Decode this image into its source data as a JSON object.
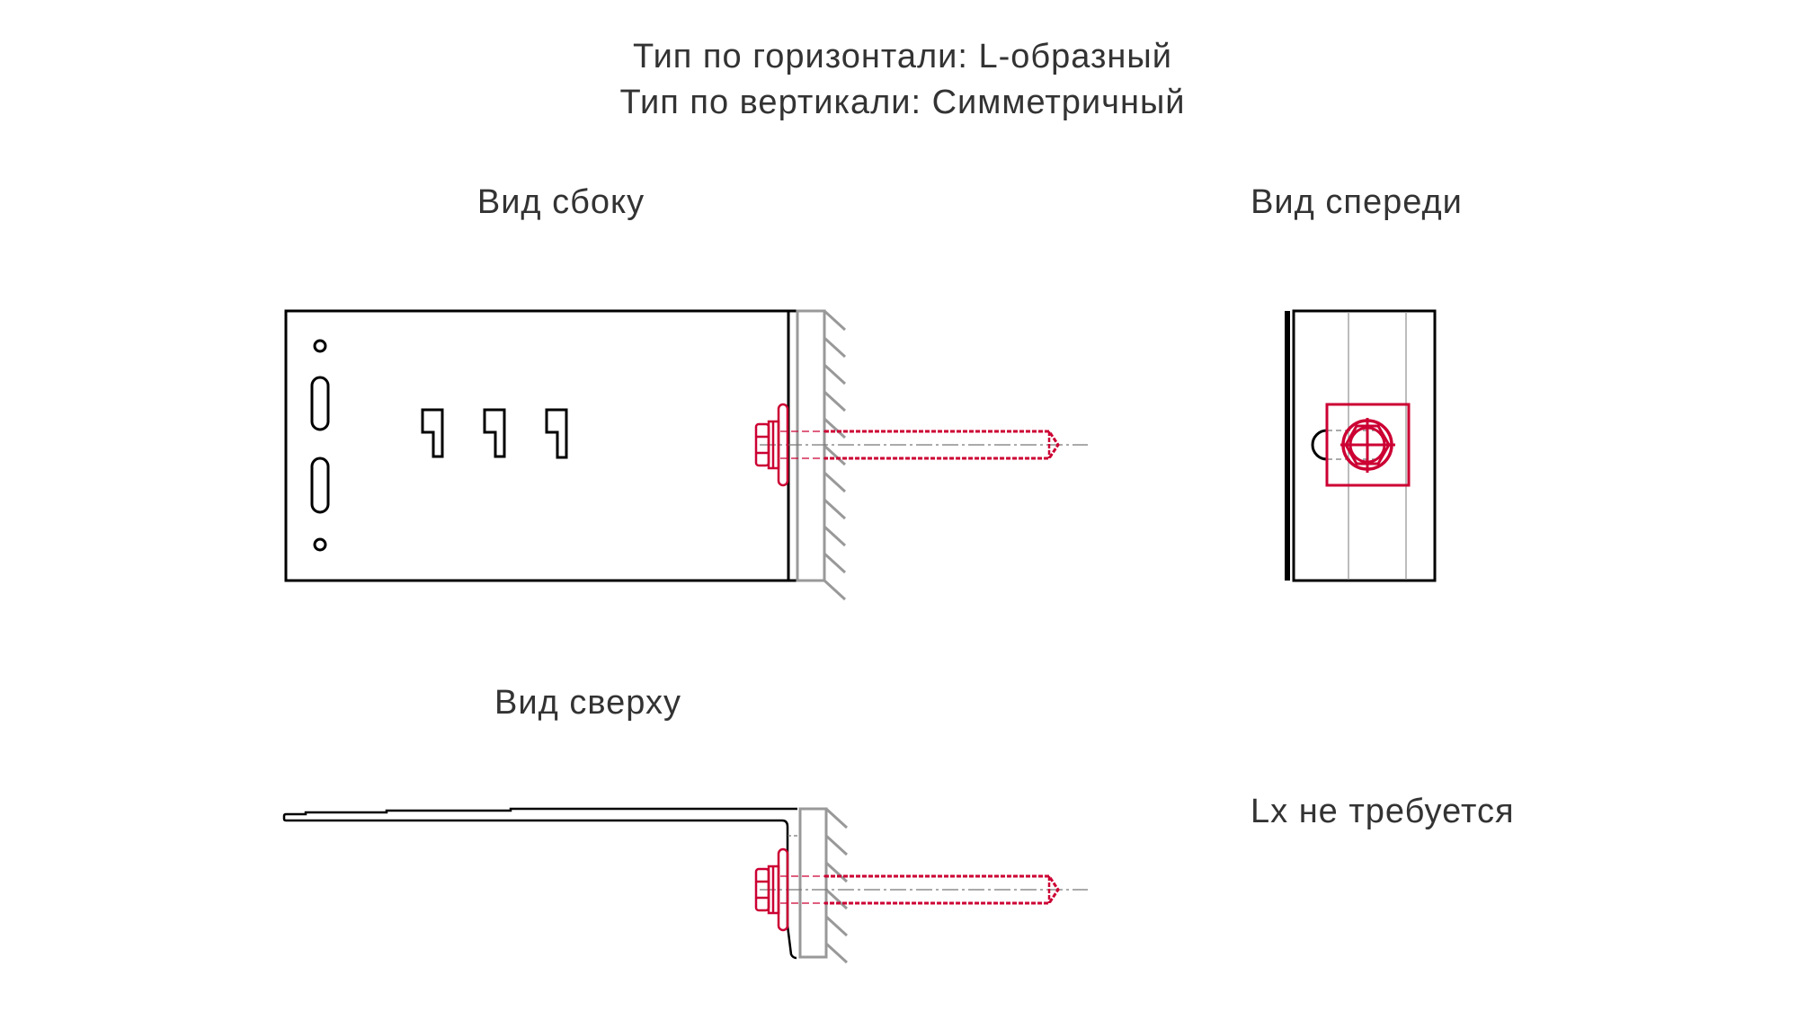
{
  "header": {
    "line1": "Тип по горизонтали: L-образный",
    "line2": "Тип по вертикали: Симметричный"
  },
  "views": {
    "side": "Вид сбоку",
    "front": "Вид спереди",
    "top": "Вид сверху"
  },
  "note": "Lx не требуется",
  "colors": {
    "fastener": "#cc0033",
    "bracket": "#000000",
    "wall": "#999999",
    "text": "#333333"
  }
}
